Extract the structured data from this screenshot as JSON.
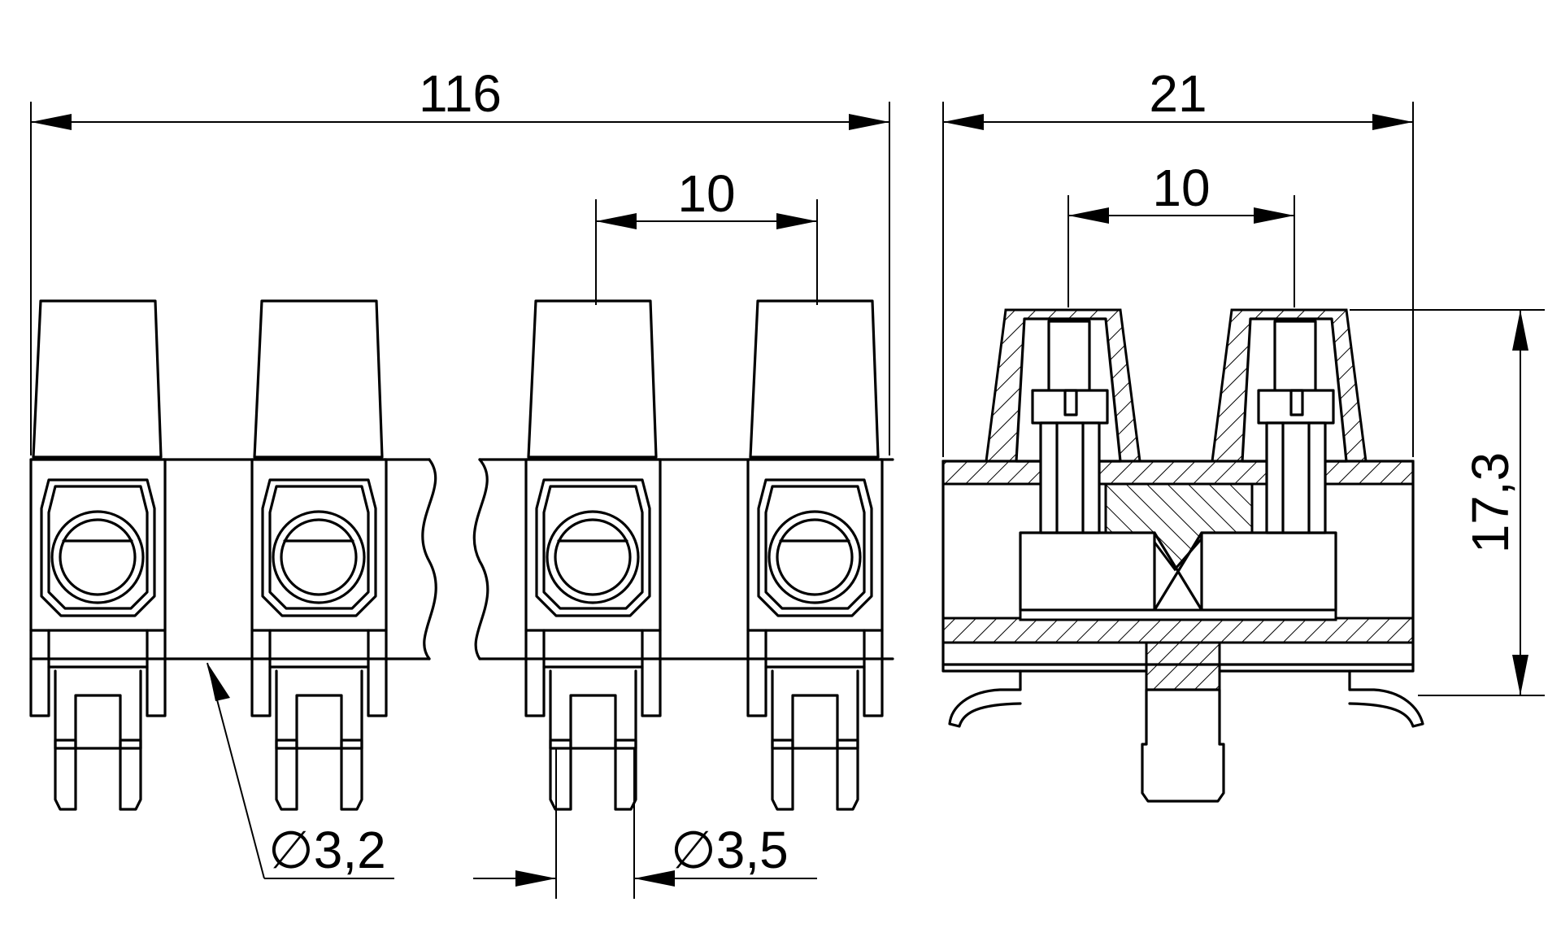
{
  "dimensions": {
    "overall_length": "116",
    "pitch_front": "10",
    "depth": "21",
    "pitch_side": "10",
    "height": "17,3",
    "hole_small": "∅3,2",
    "hole_large": "∅3,5"
  },
  "colors": {
    "line": "#000000",
    "background": "#ffffff"
  }
}
